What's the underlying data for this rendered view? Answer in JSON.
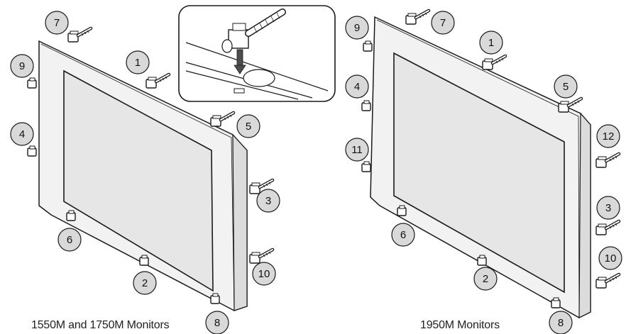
{
  "captions": {
    "left": "1550M and 1750M Monitors",
    "right": "1950M Monitors"
  },
  "colors": {
    "badge_fill": "#d9d9d9",
    "outline": "#1a1a1a",
    "panel_fill": "#f2f2f2",
    "screen_fill": "#e4e4e4"
  },
  "left_monitor": {
    "callouts": [
      "7",
      "9",
      "1",
      "5",
      "4",
      "3",
      "6",
      "2",
      "10",
      "8"
    ]
  },
  "right_monitor": {
    "callouts": [
      "9",
      "7",
      "1",
      "4",
      "5",
      "12",
      "11",
      "3",
      "6",
      "10",
      "2",
      "8"
    ]
  }
}
